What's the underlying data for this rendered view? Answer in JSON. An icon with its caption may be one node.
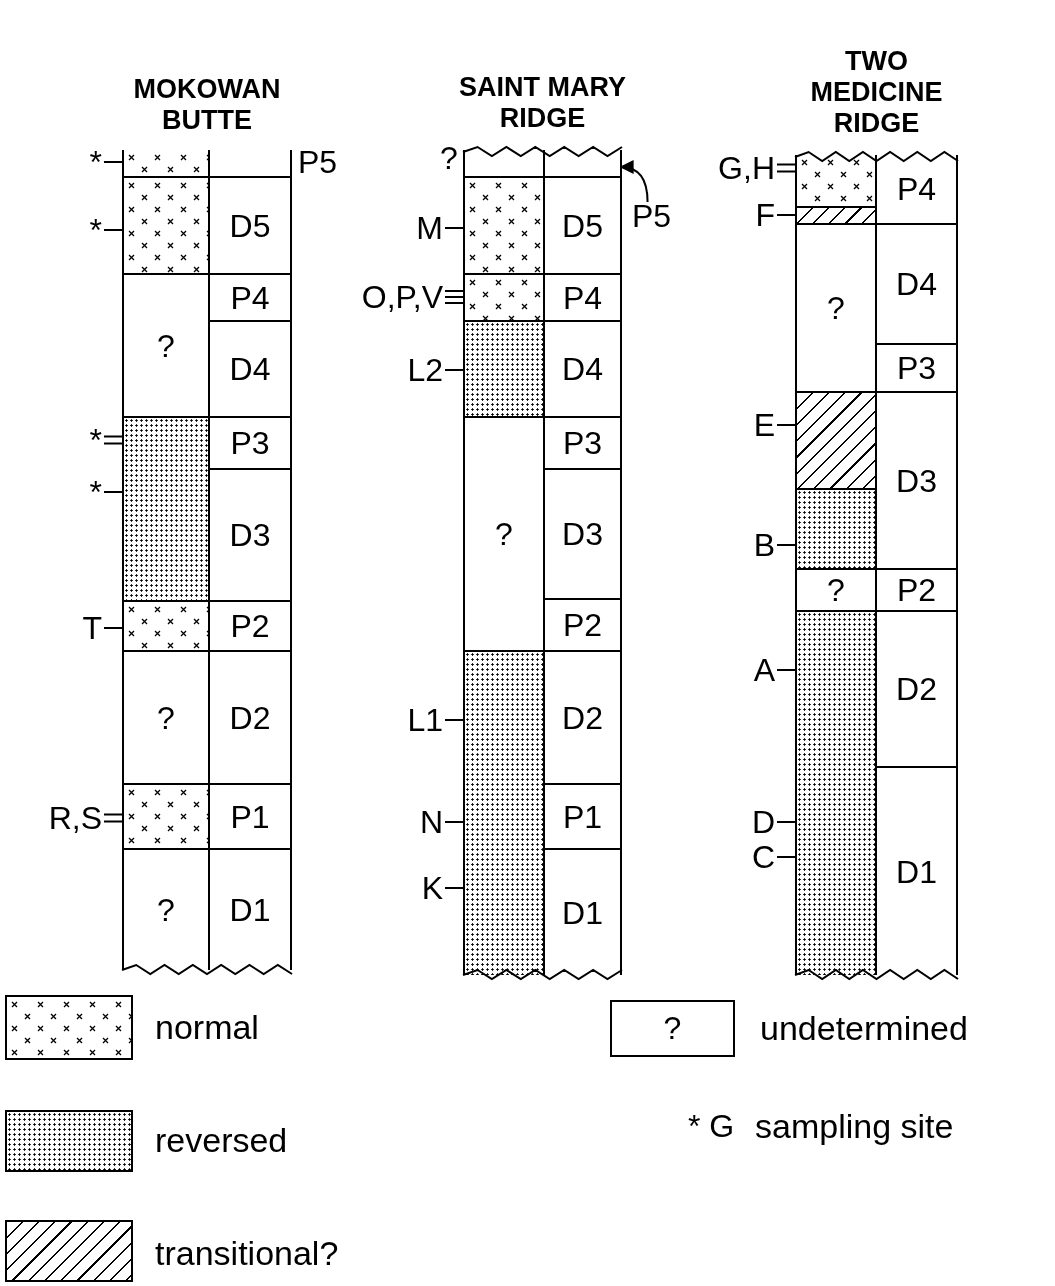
{
  "diagram": {
    "nodes": [
      {
        "text": [
          "MOKOWAN BUTTE"
        ]
      },
      {
        "text": [],
        "shape": "box",
        "in": 0
      },
      {
        "text": [],
        "shape": "box",
        "in": 0
      },
      {
        "text": [
          "?"
        ],
        "in": 0
      },
      {
        "text": [],
        "shape": "box",
        "in": 0
      },
      {
        "text": [],
        "shape": "box",
        "in": 0
      },
      {
        "text": [
          "?"
        ],
        "in": 0
      },
      {
        "text": [],
        "shape": "box",
        "in": 0
      },
      {
        "text": [
          "?"
        ],
        "in": 0
      },
      {
        "text": [],
        "shape": "box",
        "beside": [
          "P5"
        ],
        "in": 0
      },
      {
        "text": [
          "D5"
        ],
        "in": 0
      },
      {
        "text": [
          "P4"
        ],
        "in": 0
      },
      {
        "text": [
          "D4"
        ],
        "in": 0
      },
      {
        "text": [
          "P3"
        ],
        "in": 0
      },
      {
        "text": [
          "D3"
        ],
        "in": 0
      },
      {
        "text": [
          "P2"
        ],
        "in": 0
      },
      {
        "text": [
          "D2"
        ],
        "in": 0
      },
      {
        "text": [
          "P1"
        ],
        "in": 0
      },
      {
        "text": [
          "D1"
        ],
        "in": 0
      },
      {
        "text": [
          "*"
        ]
      },
      {
        "text": [
          "*"
        ]
      },
      {
        "text": [
          "*"
        ]
      },
      {
        "text": [
          "*"
        ]
      },
      {
        "text": [
          "T"
        ]
      },
      {
        "text": [
          "R,S"
        ]
      },
      {
        "text": [
          "SAINT MARY RIDGE"
        ]
      },
      {
        "text": [],
        "shape": "box",
        "beside": [
          "?"
        ],
        "in": 25
      },
      {
        "text": [],
        "shape": "box",
        "in": 25
      },
      {
        "text": [],
        "shape": "box",
        "in": 25
      },
      {
        "text": [],
        "shape": "box",
        "in": 25
      },
      {
        "text": [
          "?"
        ],
        "in": 25
      },
      {
        "text": [],
        "shape": "box",
        "in": 25
      },
      {
        "text": [],
        "shape": "box",
        "in": 25
      },
      {
        "text": [
          "D5"
        ],
        "in": 25
      },
      {
        "text": [
          "P4"
        ],
        "in": 25
      },
      {
        "text": [
          "D4"
        ],
        "in": 25
      },
      {
        "text": [
          "P3"
        ],
        "in": 25
      },
      {
        "text": [
          "D3"
        ],
        "in": 25
      },
      {
        "text": [
          "P2"
        ],
        "in": 25
      },
      {
        "text": [
          "D2"
        ],
        "in": 25
      },
      {
        "text": [
          "P1"
        ],
        "in": 25
      },
      {
        "text": [
          "D1"
        ],
        "in": 25
      },
      {
        "text": [
          "P5"
        ]
      },
      {
        "text": [
          "M"
        ]
      },
      {
        "text": [
          "O,P,V"
        ]
      },
      {
        "text": [
          "L2"
        ]
      },
      {
        "text": [
          "L1"
        ]
      },
      {
        "text": [
          "N"
        ]
      },
      {
        "text": [
          "K"
        ]
      },
      {
        "text": [
          "TWO MEDICINE RIDGE"
        ]
      },
      {
        "text": [],
        "shape": "box",
        "in": 49
      },
      {
        "text": [],
        "shape": "box",
        "in": 49
      },
      {
        "text": [
          "?"
        ],
        "in": 49
      },
      {
        "text": [],
        "shape": "box",
        "in": 49
      },
      {
        "text": [],
        "shape": "box",
        "in": 49
      },
      {
        "text": [
          "?"
        ],
        "in": 49
      },
      {
        "text": [],
        "shape": "box",
        "in": 49
      },
      {
        "text": [
          "P4"
        ],
        "in": 49
      },
      {
        "text": [
          "D4"
        ],
        "in": 49
      },
      {
        "text": [
          "P3"
        ],
        "in": 49
      },
      {
        "text": [
          "D3"
        ],
        "in": 49
      },
      {
        "text": [
          "P2"
        ],
        "in": 49
      },
      {
        "text": [
          "D2"
        ],
        "in": 49
      },
      {
        "text": [
          "D1"
        ],
        "in": 49
      },
      {
        "text": [
          "G,H"
        ]
      },
      {
        "text": [
          "F"
        ]
      },
      {
        "text": [
          "E"
        ]
      },
      {
        "text": [
          "B"
        ]
      },
      {
        "text": [
          "A"
        ]
      },
      {
        "text": [
          "D"
        ]
      },
      {
        "text": [
          "C"
        ]
      }
    ],
    "edges": [
      {
        "from": 19,
        "to": 1,
        "arrow": "none"
      },
      {
        "from": 20,
        "to": 2,
        "arrow": "none"
      },
      {
        "from": 21,
        "to": 4,
        "arrow": "none"
      },
      {
        "from": 22,
        "to": 4,
        "arrow": "none"
      },
      {
        "from": 23,
        "to": 5,
        "arrow": "none"
      },
      {
        "from": 24,
        "to": 7,
        "arrow": "none"
      },
      {
        "from": 42,
        "to": 32,
        "arrow": "to"
      },
      {
        "from": 43,
        "to": 27,
        "arrow": "none"
      },
      {
        "from": 44,
        "to": 28,
        "arrow": "none"
      },
      {
        "from": 45,
        "to": 29,
        "arrow": "none"
      },
      {
        "from": 46,
        "to": 31,
        "arrow": "none"
      },
      {
        "from": 47,
        "to": 31,
        "arrow": "none"
      },
      {
        "from": 48,
        "to": 31,
        "arrow": "none"
      },
      {
        "from": 64,
        "to": 50,
        "arrow": "none"
      },
      {
        "from": 65,
        "to": 51,
        "arrow": "none"
      },
      {
        "from": 66,
        "to": 53,
        "arrow": "none"
      },
      {
        "from": 67,
        "to": 54,
        "arrow": "none"
      },
      {
        "from": 68,
        "to": 56,
        "arrow": "none"
      },
      {
        "from": 69,
        "to": 56,
        "arrow": "none"
      },
      {
        "from": 70,
        "to": 56,
        "arrow": "none"
      }
    ],
    "labels": [
      "?",
      "* G"
    ],
    "legend": [
      {
        "text": "normal"
      },
      {
        "text": "reversed"
      },
      {
        "text": "transitional?"
      },
      {
        "text": "undetermined"
      },
      {
        "text": "sampling site"
      }
    ]
  }
}
